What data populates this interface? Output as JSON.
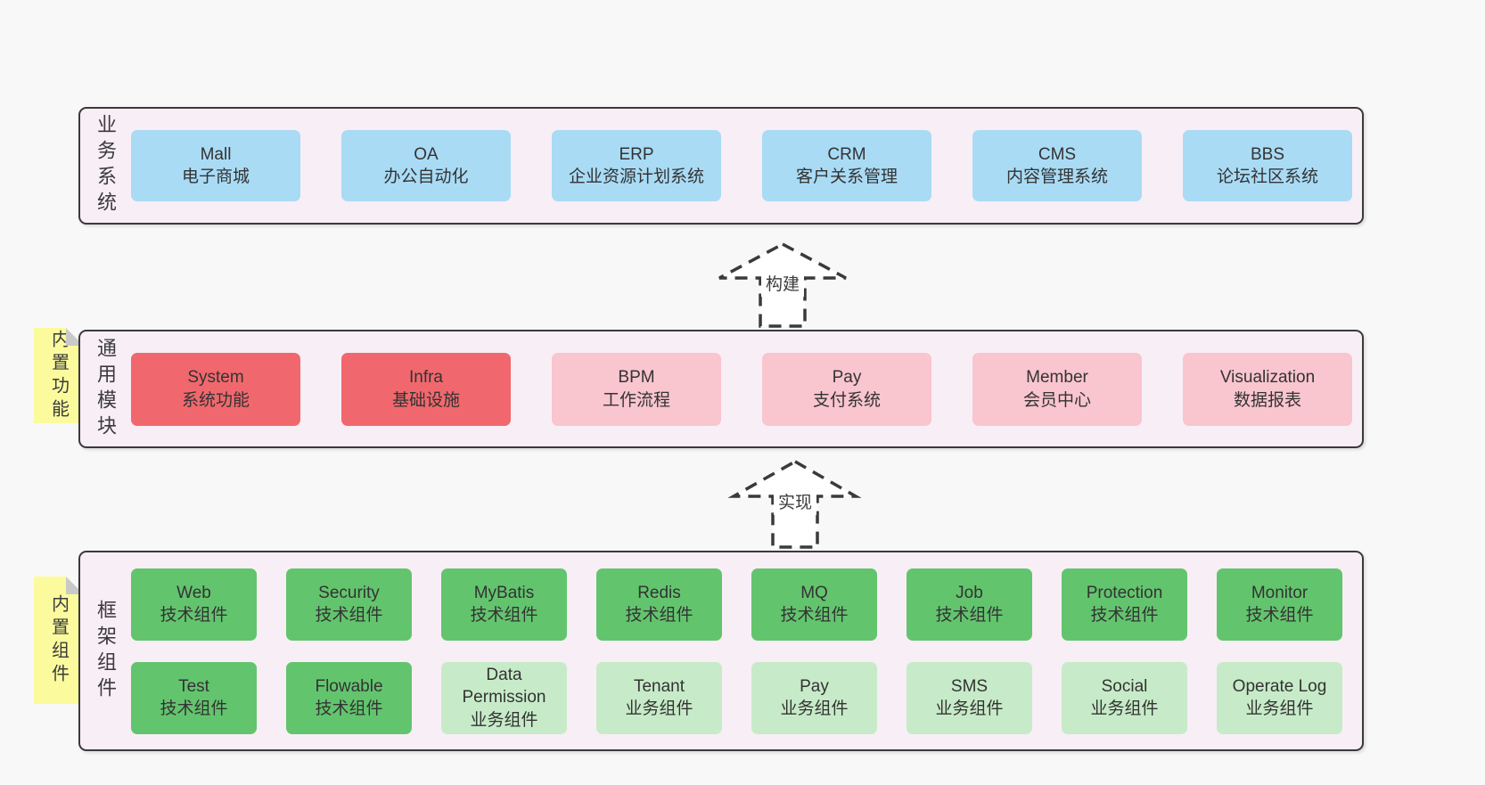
{
  "colors": {
    "page_bg": "#f8f8f8",
    "panel_bg": "#f8eef6",
    "panel_border": "#3a3a3a",
    "note_bg": "#fbfb9e",
    "note_fold": "#c9c9c9",
    "blue": "#a9dbf5",
    "red": "#f0686d",
    "pink": "#f9c5ce",
    "green": "#63c46e",
    "lightgreen": "#c7ebc8",
    "text": "#333333"
  },
  "arrows": [
    {
      "label": "构建"
    },
    {
      "label": "实现"
    }
  ],
  "sections": [
    {
      "id": "business-systems",
      "label": "业务系统",
      "boxes": [
        {
          "title": "Mall",
          "subtitle": "电子商城",
          "color": "blue"
        },
        {
          "title": "OA",
          "subtitle": "办公自动化",
          "color": "blue"
        },
        {
          "title": "ERP",
          "subtitle": "企业资源计划系统",
          "color": "blue"
        },
        {
          "title": "CRM",
          "subtitle": "客户关系管理",
          "color": "blue"
        },
        {
          "title": "CMS",
          "subtitle": "内容管理系统",
          "color": "blue"
        },
        {
          "title": "BBS",
          "subtitle": "论坛社区系统",
          "color": "blue"
        }
      ]
    },
    {
      "id": "common-modules",
      "label": "通用模块",
      "tag": "内置功能",
      "boxes": [
        {
          "title": "System",
          "subtitle": "系统功能",
          "color": "red"
        },
        {
          "title": "Infra",
          "subtitle": "基础设施",
          "color": "red"
        },
        {
          "title": "BPM",
          "subtitle": "工作流程",
          "color": "pink"
        },
        {
          "title": "Pay",
          "subtitle": "支付系统",
          "color": "pink"
        },
        {
          "title": "Member",
          "subtitle": "会员中心",
          "color": "pink"
        },
        {
          "title": "Visualization",
          "subtitle": "数据报表",
          "color": "pink"
        }
      ]
    },
    {
      "id": "framework-components",
      "label": "框架组件",
      "tag": "内置组件",
      "rows": [
        [
          {
            "title": "Web",
            "subtitle": "技术组件",
            "color": "green"
          },
          {
            "title": "Security",
            "subtitle": "技术组件",
            "color": "green"
          },
          {
            "title": "MyBatis",
            "subtitle": "技术组件",
            "color": "green"
          },
          {
            "title": "Redis",
            "subtitle": "技术组件",
            "color": "green"
          },
          {
            "title": "MQ",
            "subtitle": "技术组件",
            "color": "green"
          },
          {
            "title": "Job",
            "subtitle": "技术组件",
            "color": "green"
          },
          {
            "title": "Protection",
            "subtitle": "技术组件",
            "color": "green"
          },
          {
            "title": "Monitor",
            "subtitle": "技术组件",
            "color": "green"
          }
        ],
        [
          {
            "title": "Test",
            "subtitle": "技术组件",
            "color": "green"
          },
          {
            "title": "Flowable",
            "subtitle": "技术组件",
            "color": "green"
          },
          {
            "title": "Data Permission",
            "subtitle": "业务组件",
            "color": "lightgreen"
          },
          {
            "title": "Tenant",
            "subtitle": "业务组件",
            "color": "lightgreen"
          },
          {
            "title": "Pay",
            "subtitle": "业务组件",
            "color": "lightgreen"
          },
          {
            "title": "SMS",
            "subtitle": "业务组件",
            "color": "lightgreen"
          },
          {
            "title": "Social",
            "subtitle": "业务组件",
            "color": "lightgreen"
          },
          {
            "title": "Operate Log",
            "subtitle": "业务组件",
            "color": "lightgreen"
          }
        ]
      ]
    }
  ]
}
